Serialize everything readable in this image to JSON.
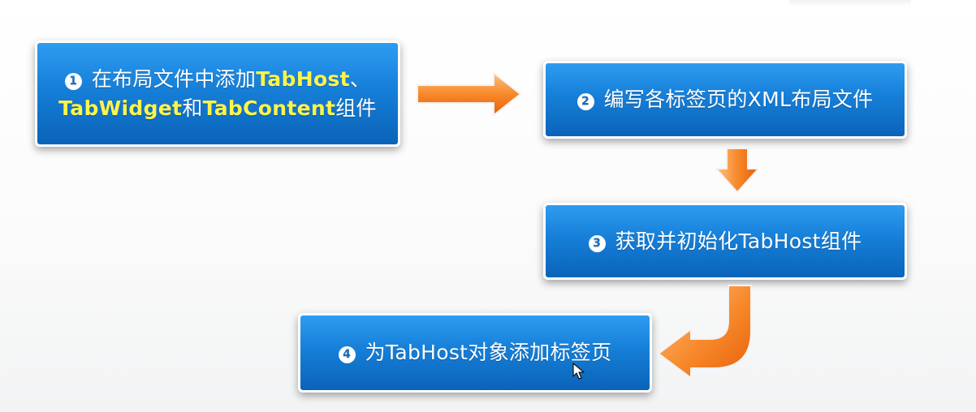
{
  "steps": [
    {
      "number": "1",
      "line1": {
        "a": "在布局文件中添加",
        "b": "TabHost",
        "c": "、"
      },
      "line2": {
        "a": "TabWidget",
        "b": "和",
        "c": "TabContent",
        "d": "组件"
      }
    },
    {
      "number": "2",
      "text": "编写各标签页的XML布局文件"
    },
    {
      "number": "3",
      "text": "获取并初始化TabHost组件"
    },
    {
      "number": "4",
      "text": "为TabHost对象添加标签页"
    }
  ],
  "colors": {
    "box_top": "#2e9cf1",
    "box_bottom": "#0a63b8",
    "highlight": "#fff44a",
    "arrow_light": "#ffc183",
    "arrow_dark": "#f26a0c"
  },
  "icons": {
    "arrows": [
      "arrow-right-icon",
      "arrow-down-icon",
      "arrow-curved-left-icon"
    ],
    "cursor": "mouse-pointer-icon"
  }
}
